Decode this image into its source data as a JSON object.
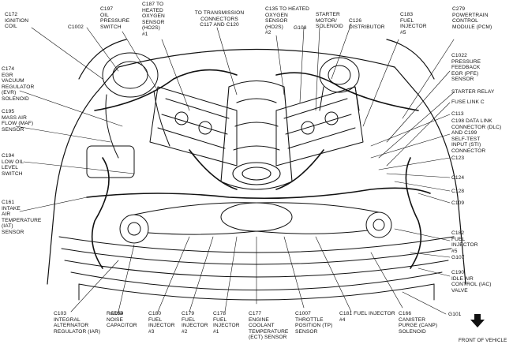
{
  "labels": {
    "c172": "C172\nIGNITION\nCOIL",
    "c1002": "C1002",
    "c197": "C197\nOIL\nPRESSURE\nSWITCH",
    "c187": "C187 TO\nHEATED\nOXYGEN\nSENSOR\n(HO2S)\n#1",
    "to_trans": "TO TRANSMISSION\nCONNECTORS\nC117 AND C120",
    "c135": "C135 TO HEATED\nOXYGEN\nSENSOR\n(HO2S)\n#2",
    "g108": "G108",
    "starter_motor": "STARTER\nMOTOR/\nSOLENOID",
    "c126": "C126\nDISTRIBUTOR",
    "c183": "C183\nFUEL\nINJECTOR\n#5",
    "c279": "C279\nPOWERTRAIN\nCONTROL\nMODULE (PCM)",
    "c174": "C174\nEGR\nVACUUM\nREGULATOR\n(EVR)\nSOLENOID",
    "c1022": "C1022\nPRESSURE\nFEEDBACK\nEGR (PFE)\nSENSOR",
    "starter_relay": "STARTER RELAY",
    "fuse_link_c": "FUSE LINK C",
    "c195": "C195\nMASS AIR\nFLOW (MAF)\nSENSOR",
    "c113": "C113",
    "c198": "C198 DATA LINK\nCONNECTOR (DLC)\nAND C199\nSELF-TEST\nINPUT (STI)\nCONNECTOR",
    "c194": "C194\nLOW OIL\nLEVEL\nSWITCH",
    "c123": "C123",
    "c124": "C124",
    "c128": "C128",
    "c161": "C161\nINTAKE\nAIR\nTEMPERATURE\n(IAT)\nSENSOR",
    "c109": "C109",
    "c182": "C182\nFUEL\nINJECTOR\n#5",
    "g107": "G107",
    "c190": "C190\nIDLE AIR\nCONTROL (IAC)\nVALVE",
    "g101": "G101",
    "c103": "C103\nINTEGRAL\nALTERNATOR\nREGULATOR (IAR)",
    "c154": "C154",
    "radio": "RADIO\nNOISE\nCAPACITOR",
    "c180": "C180\nFUEL\nINJECTOR\n#3",
    "c179": "C179\nFUEL\nINJECTOR\n#2",
    "c178": "C178\nFUEL\nINJECTOR\n#1",
    "c177": "C177\nENGINE\nCOOLANT\nTEMPERATURE\n(ECT) SENSOR",
    "c1007": "C1007\nTHROTTLE\nPOSITION (TP)\nSENSOR",
    "c181": "C181 FUEL INJECTOR\n#4",
    "c166": "C166\nCANISTER\nPURGE (CANP)\nSOLENOID",
    "front": "FRONT OF VEHICLE"
  }
}
